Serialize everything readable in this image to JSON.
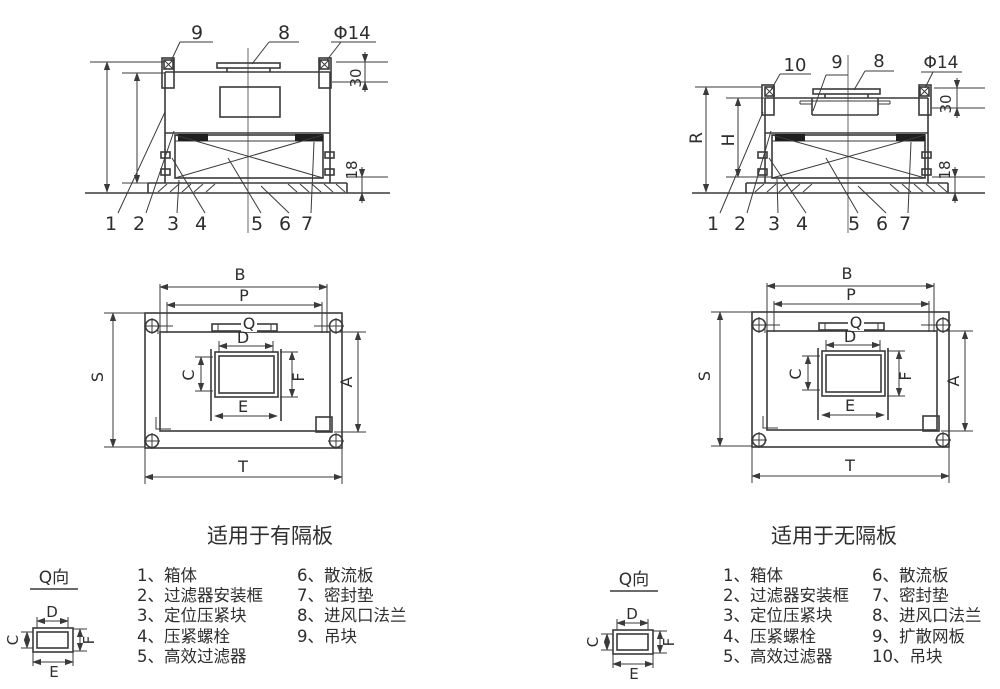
{
  "drawing": {
    "line_color": "#3a3a3a",
    "text_color": "#2e2e2e"
  },
  "section_with_partition": {
    "top_callouts": {
      "hanger": "9",
      "flange": "8",
      "hole_dia": "Φ14"
    },
    "bottom_callouts": [
      "1",
      "2",
      "3",
      "4",
      "5",
      "6",
      "7"
    ],
    "dim_30": "30",
    "dim_18": "18"
  },
  "section_without_partition": {
    "top_callouts": {
      "hanger": "10",
      "mesh": "9",
      "flange": "8",
      "hole_dia": "Φ14"
    },
    "bottom_callouts": [
      "1",
      "2",
      "3",
      "4",
      "5",
      "6",
      "7"
    ],
    "dim_30": "30",
    "dim_18": "18",
    "dim_r": "R",
    "dim_h": "H"
  },
  "plan_view": {
    "dim_b": "B",
    "dim_p": "P",
    "dim_q": "Q",
    "dim_d": "D",
    "dim_c": "C",
    "dim_e": "E",
    "dim_f": "F",
    "dim_s": "S",
    "dim_a": "A",
    "dim_t": "T"
  },
  "captions": {
    "left": "适用于有隔板",
    "right": "适用于无隔板"
  },
  "qview": {
    "label": "Q向",
    "dim_d": "D",
    "dim_c": "C",
    "dim_e": "E",
    "dim_f": "F"
  },
  "legend_with_partition": {
    "col1": [
      "1、箱体",
      "2、过滤器安装框",
      "3、定位压紧块",
      "4、压紧螺栓",
      "5、高效过滤器"
    ],
    "col2": [
      "6、散流板",
      "7、密封垫",
      "8、进风口法兰",
      "9、吊块"
    ]
  },
  "legend_without_partition": {
    "col1": [
      "1、箱体",
      "2、过滤器安装框",
      "3、定位压紧块",
      "4、压紧螺栓",
      "5、高效过滤器"
    ],
    "col2": [
      "6、散流板",
      "7、密封垫",
      "8、进风口法兰",
      "9、扩散网板",
      "10、吊块"
    ]
  }
}
